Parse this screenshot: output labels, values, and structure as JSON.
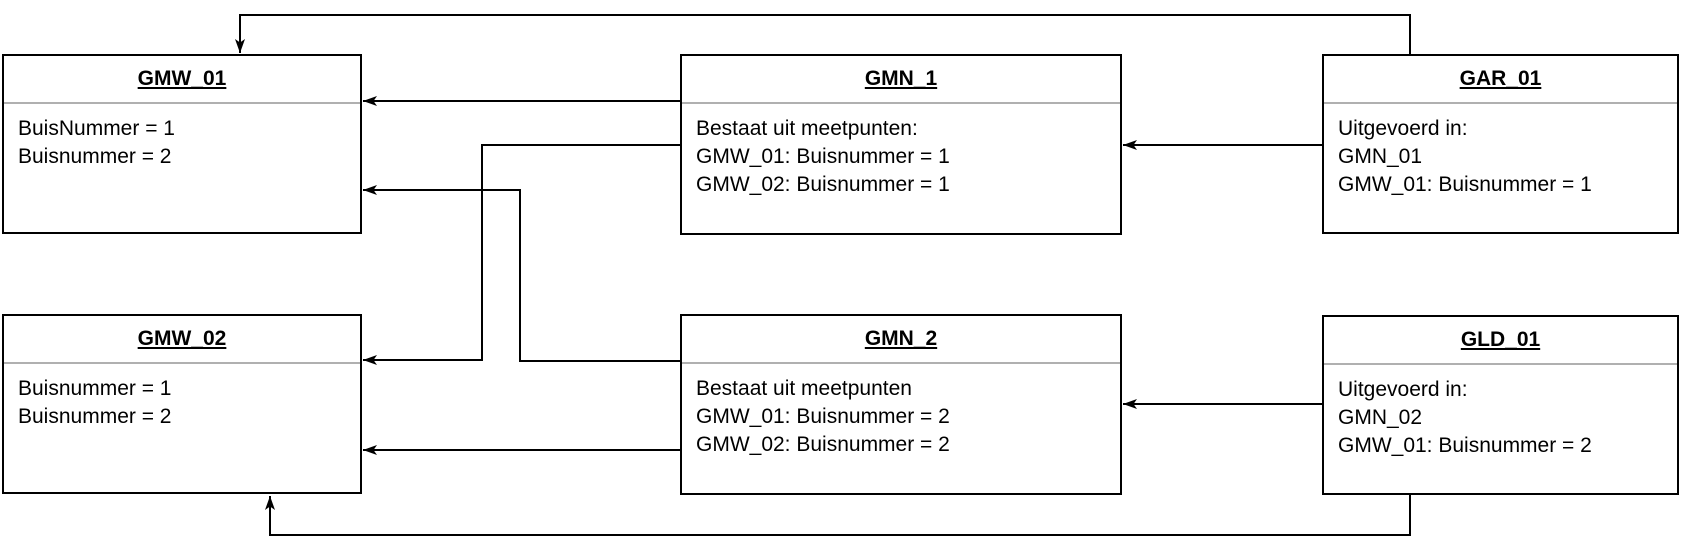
{
  "diagram": {
    "background_color": "#ffffff",
    "line_color": "#000000",
    "divider_color": "#b0b0b0",
    "nodes": [
      {
        "id": "GMW_01",
        "title": "GMW_01",
        "lines": [
          "BuisNummer = 1",
          "Buisnummer = 2"
        ]
      },
      {
        "id": "GMN_1",
        "title": "GMN_1",
        "lines": [
          "Bestaat uit meetpunten:",
          "GMW_01: Buisnummer = 1",
          "GMW_02: Buisnummer = 1"
        ]
      },
      {
        "id": "GAR_01",
        "title": "GAR_01",
        "lines": [
          "Uitgevoerd in:",
          "GMN_01",
          "GMW_01: Buisnummer = 1"
        ]
      },
      {
        "id": "GMW_02",
        "title": "GMW_02",
        "lines": [
          "Buisnummer = 1",
          "Buisnummer = 2"
        ]
      },
      {
        "id": "GMN_2",
        "title": "GMN_2",
        "lines": [
          "Bestaat uit meetpunten",
          "GMW_01: Buisnummer = 2",
          "GMW_02: Buisnummer = 2"
        ]
      },
      {
        "id": "GLD_01",
        "title": "GLD_01",
        "lines": [
          "Uitgevoerd in:",
          "GMN_02",
          "GMW_01: Buisnummer = 2"
        ]
      }
    ],
    "edges": [
      {
        "from": "GAR_01",
        "to": "GMW_01",
        "enters": "top edge",
        "route": "loop over the top of the diagram"
      },
      {
        "from": "GMN_1",
        "to": "GMW_01",
        "enters": "right edge",
        "route": "straight horizontal at header level"
      },
      {
        "from": "GAR_01",
        "to": "GMN_1",
        "enters": "right edge",
        "route": "straight horizontal"
      },
      {
        "from": "GMN_1",
        "to": "GMW_02",
        "enters": "right edge",
        "route": "orthogonal down through middle channel"
      },
      {
        "from": "GMN_2",
        "to": "GMW_01",
        "enters": "right edge",
        "route": "orthogonal up through middle channel"
      },
      {
        "from": "GMN_2",
        "to": "GMW_02",
        "enters": "right edge",
        "route": "straight horizontal"
      },
      {
        "from": "GLD_01",
        "to": "GMN_2",
        "enters": "right edge",
        "route": "straight horizontal"
      },
      {
        "from": "GLD_01",
        "to": "GMW_02",
        "enters": "bottom edge",
        "route": "loop under the bottom of the diagram"
      }
    ]
  }
}
